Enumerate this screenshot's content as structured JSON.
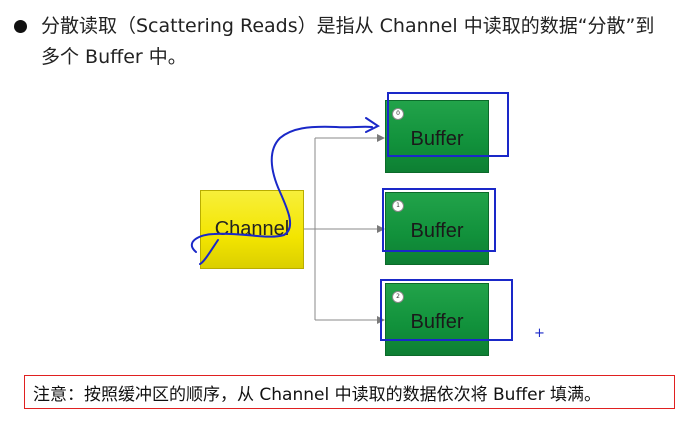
{
  "intro": {
    "text": "分散读取（Scattering Reads）是指从 Channel 中读取的数据“分散”到多个 Buffer 中。"
  },
  "diagram": {
    "source": {
      "label": "Channel"
    },
    "buffers": [
      {
        "index": "0",
        "label": "Buffer"
      },
      {
        "index": "1",
        "label": "Buffer"
      },
      {
        "index": "2",
        "label": "Buffer"
      }
    ],
    "colors": {
      "channel_fill": "#f3e500",
      "buffer_fill": "#11913b",
      "annotation_ink": "#1a28c8",
      "connector": "#888888"
    }
  },
  "note": {
    "text": "注意：按照缓冲区的顺序，从 Channel 中读取的数据依次将 Buffer 填满。",
    "border_color": "#e02020"
  },
  "annotations": {
    "plus_mark": "+"
  }
}
